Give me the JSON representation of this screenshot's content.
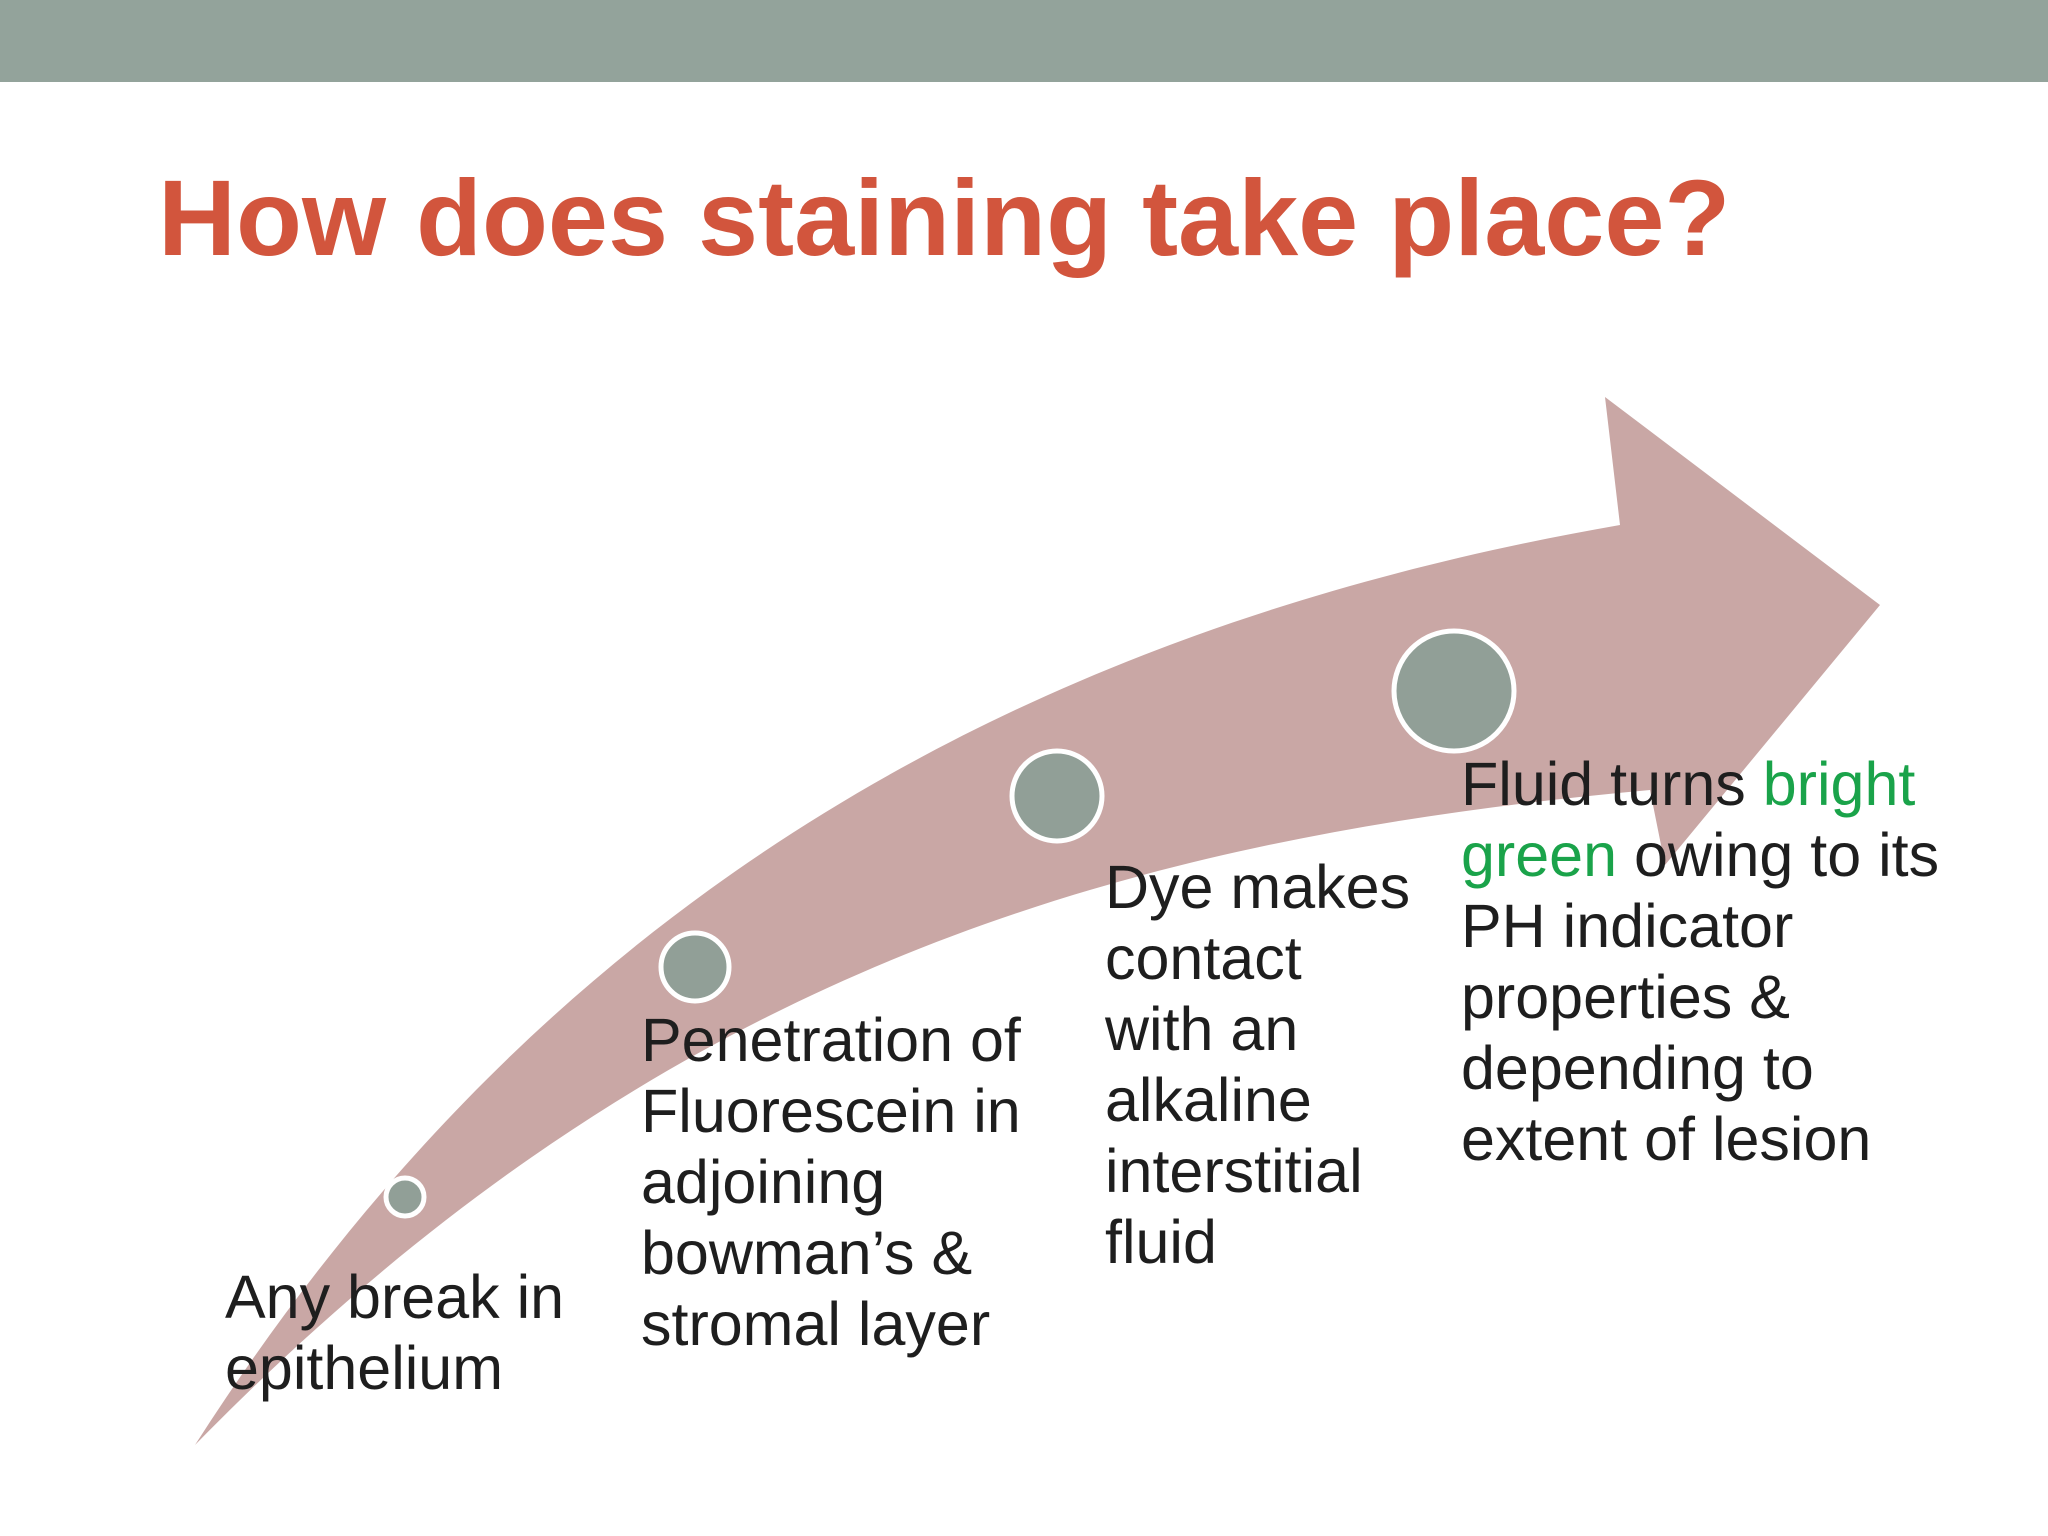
{
  "slide": {
    "title": "How does staining take place?"
  },
  "colors": {
    "top_bar": "#93a39b",
    "title": "#d2553d",
    "arrow": "#c9a7a5",
    "circle_fill": "#919f97",
    "circle_border": "#ffffff",
    "text": "#1e1e1e",
    "highlight": "#1aa34a"
  },
  "steps": [
    {
      "lines": [
        "Any break in",
        "epithelium"
      ]
    },
    {
      "lines": [
        "Penetration of",
        "Fluorescein in",
        "adjoining",
        "bowman’s &",
        "stromal layer"
      ]
    },
    {
      "lines": [
        "Dye makes",
        "contact",
        "with an",
        "alkaline",
        "interstitial",
        "fluid"
      ]
    },
    {
      "line1_a": "Fluid turns ",
      "line1_b": "bright",
      "line2_a": "green",
      "line2_b": " owing to its",
      "lines_rest": [
        "PH indicator",
        "properties &",
        "depending to",
        "extent of lesion"
      ]
    }
  ]
}
